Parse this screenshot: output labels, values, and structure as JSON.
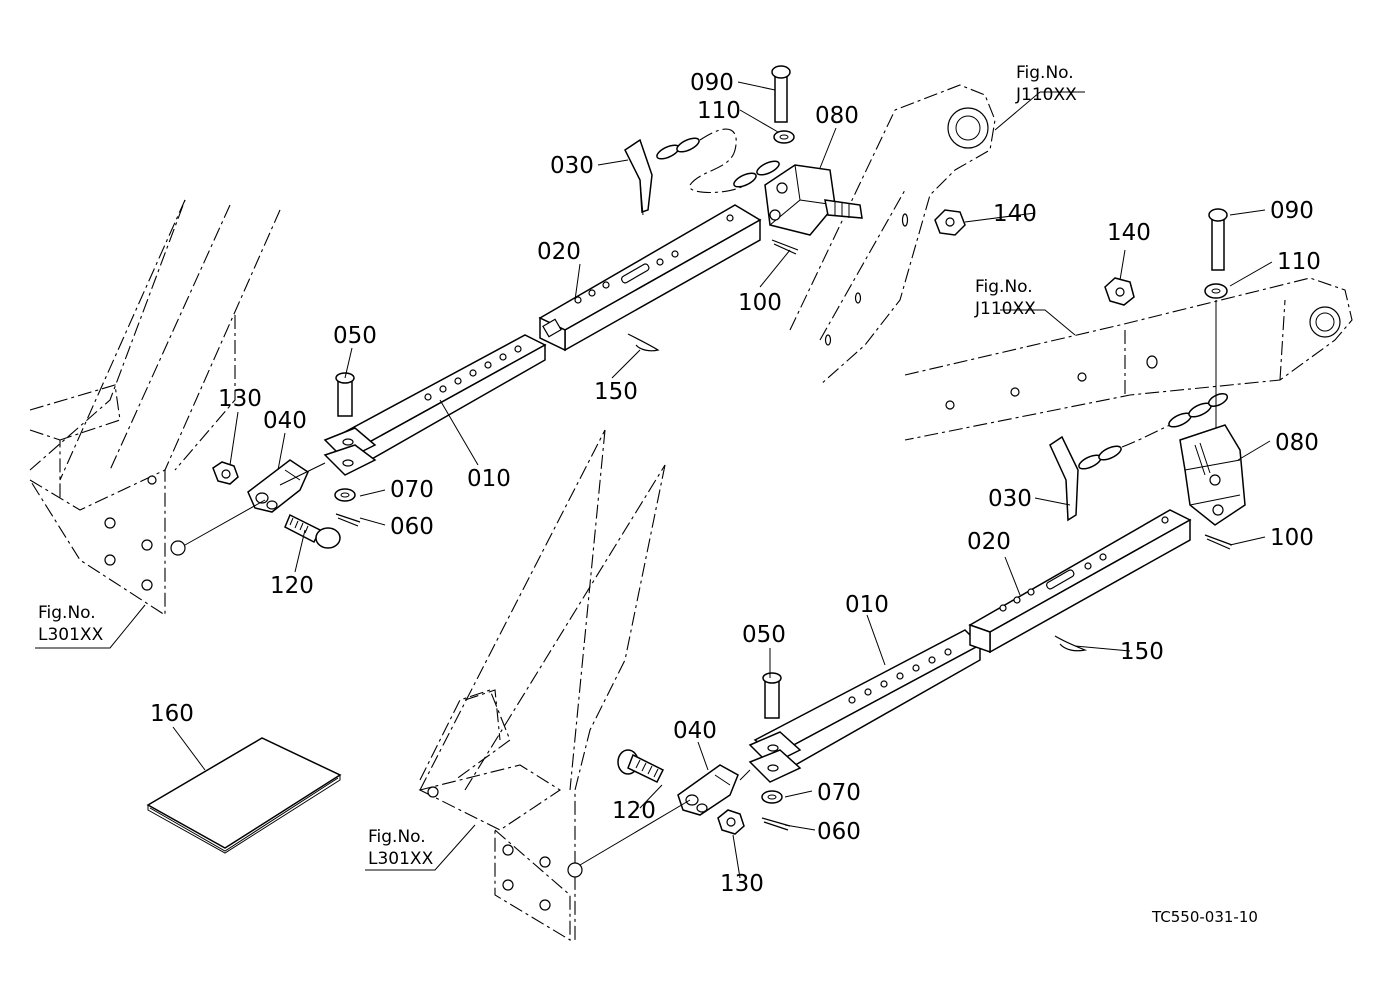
{
  "drawing_code": "TC550-031-10",
  "callouts": {
    "left": {
      "p010": "010",
      "p020": "020",
      "p030": "030",
      "p040": "040",
      "p050": "050",
      "p060": "060",
      "p070": "070",
      "p080": "080",
      "p090": "090",
      "p100": "100",
      "p110": "110",
      "p120": "120",
      "p130": "130",
      "p140": "140",
      "p150": "150"
    },
    "right": {
      "p010": "010",
      "p020": "020",
      "p030": "030",
      "p040": "040",
      "p050": "050",
      "p060": "060",
      "p070": "070",
      "p080": "080",
      "p090": "090",
      "p100": "100",
      "p110": "110",
      "p120": "120",
      "p130": "130",
      "p140": "140",
      "p150": "150"
    },
    "manual": "160"
  },
  "figure_refs": {
    "j110_upper": {
      "line1": "Fig.No.",
      "line2": "J110XX"
    },
    "j110_right": {
      "line1": "Fig.No.",
      "line2": "J110XX"
    },
    "l301_left": {
      "line1": "Fig.No.",
      "line2": "L301XX"
    },
    "l301_mid": {
      "line1": "Fig.No.",
      "line2": "L301XX"
    }
  }
}
